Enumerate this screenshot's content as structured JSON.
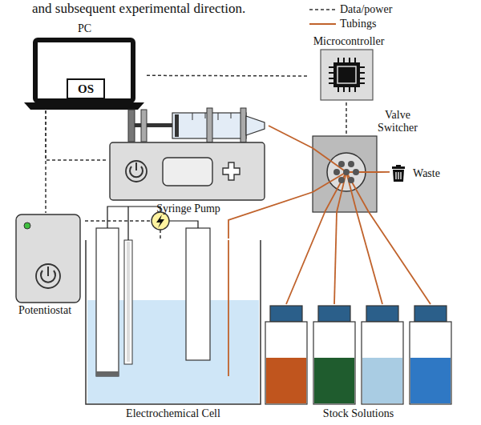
{
  "diagram": {
    "nodes": [
      {
        "text": [
          "PC",
          "OS"
        ]
      },
      {
        "text": [
          "Microcontroller"
        ]
      },
      {
        "text": [
          "Syringe Pump"
        ]
      },
      {
        "text": [
          "Valve Switcher"
        ]
      },
      {
        "text": [
          "Waste"
        ]
      },
      {
        "text": [
          "Potentiostat"
        ]
      },
      {
        "text": [
          "Electrochemical Cell"
        ]
      },
      {
        "text": [
          "Stock Solutions"
        ]
      }
    ],
    "edges": [
      {
        "from": 0,
        "to": 1,
        "arrow": "none"
      },
      {
        "from": 1,
        "to": 3,
        "arrow": "none"
      },
      {
        "from": 0,
        "to": 2,
        "arrow": "none"
      },
      {
        "from": 0,
        "to": 5,
        "arrow": "none"
      },
      {
        "from": 5,
        "to": 6,
        "arrow": "none"
      },
      {
        "from": 2,
        "to": 3,
        "arrow": "none"
      },
      {
        "from": 3,
        "to": 4,
        "arrow": "none"
      },
      {
        "from": 3,
        "to": 6,
        "arrow": "none"
      },
      {
        "from": 3,
        "to": 7,
        "arrow": "none"
      },
      {
        "from": 3,
        "to": 7,
        "arrow": "none"
      },
      {
        "from": 3,
        "to": 7,
        "arrow": "none"
      },
      {
        "from": 3,
        "to": 7,
        "arrow": "none"
      }
    ],
    "labels": [
      "and subsequent experimental direction."
    ],
    "legend": [
      {
        "text": "Data/power"
      },
      {
        "text": "Tubings"
      }
    ]
  }
}
